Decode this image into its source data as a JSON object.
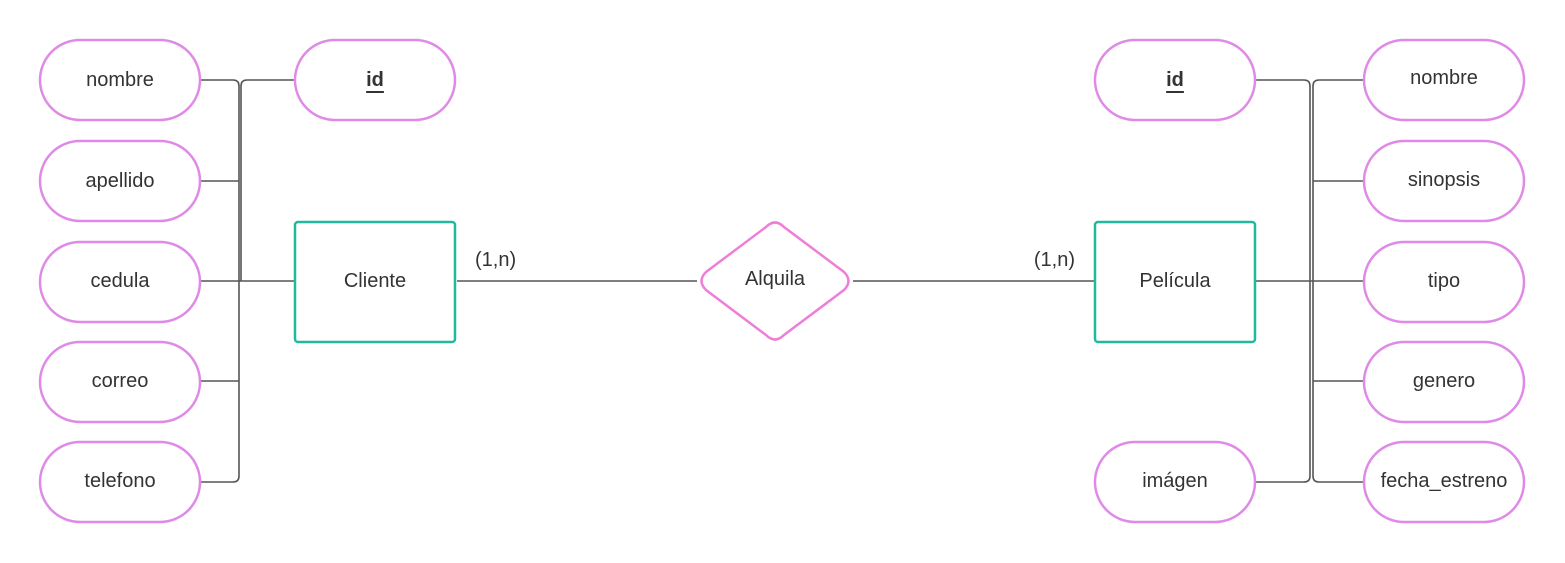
{
  "cliente": {
    "entity": "Cliente",
    "key": "id",
    "attributes": [
      "nombre",
      "apellido",
      "cedula",
      "correo",
      "telefono"
    ]
  },
  "relationship": {
    "label": "Alquila",
    "card_left": "(1,n)",
    "card_right": "(1,n)"
  },
  "pelicula": {
    "entity": "Película",
    "key": "id",
    "attributes": [
      "nombre",
      "sinopsis",
      "tipo",
      "genero",
      "fecha_estreno"
    ],
    "extra_attribute": "imágen"
  },
  "colors": {
    "attribute_border": "#e08ae8",
    "entity_border": "#21b8a0",
    "relationship_border": "#ee7fd8",
    "connector": "#555555",
    "text": "#333333"
  }
}
